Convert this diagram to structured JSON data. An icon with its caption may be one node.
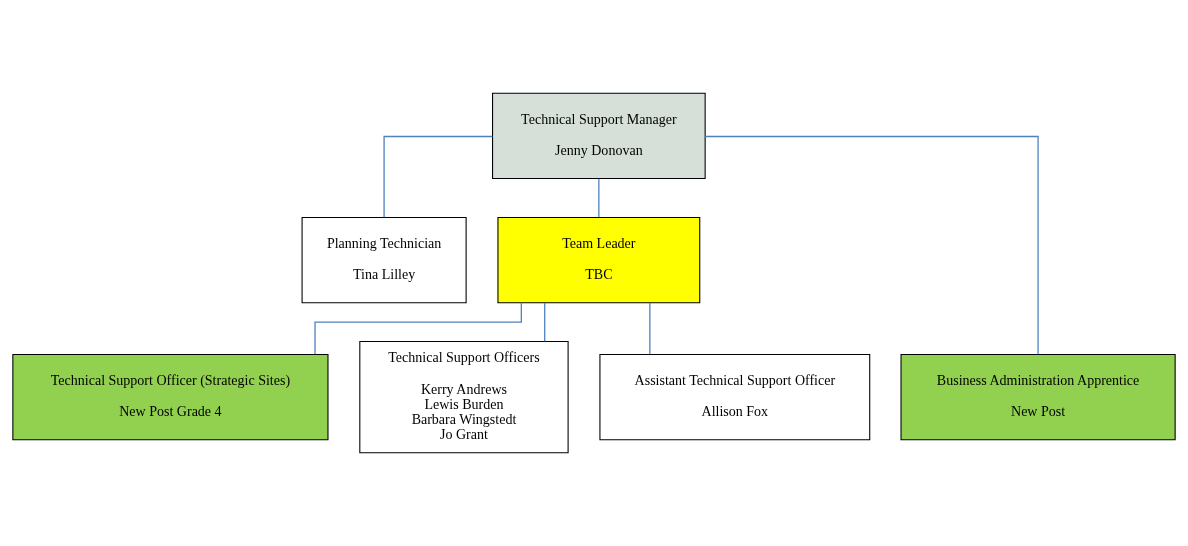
{
  "diagram": {
    "nodes": [
      {
        "text": [
          "Technical Support Manager",
          "Jenny Donovan"
        ]
      },
      {
        "text": [
          "Planning Technician",
          "Tina Lilley"
        ]
      },
      {
        "text": [
          "Team Leader",
          "TBC"
        ]
      },
      {
        "text": [
          "Business Administration Apprentice",
          "New Post"
        ]
      },
      {
        "text": [
          "Technical Support Officer (Strategic Sites)",
          "New Post Grade 4"
        ]
      },
      {
        "text": [
          "Technical Support Officers",
          "Kerry Andrews",
          "Lewis Burden",
          "Barbara Wingstedt",
          "Jo Grant"
        ]
      },
      {
        "text": [
          "Assistant Technical Support Officer",
          "Allison Fox"
        ]
      }
    ],
    "edges": [
      {
        "from": 0,
        "to": 3,
        "arrow": "none"
      },
      {
        "from": 0,
        "to": 1,
        "arrow": "none"
      },
      {
        "from": 0,
        "to": 2,
        "arrow": "none"
      },
      {
        "from": 2,
        "to": 4,
        "arrow": "none"
      },
      {
        "from": 2,
        "to": 5,
        "arrow": "none"
      },
      {
        "from": 2,
        "to": 6,
        "arrow": "none"
      }
    ]
  }
}
